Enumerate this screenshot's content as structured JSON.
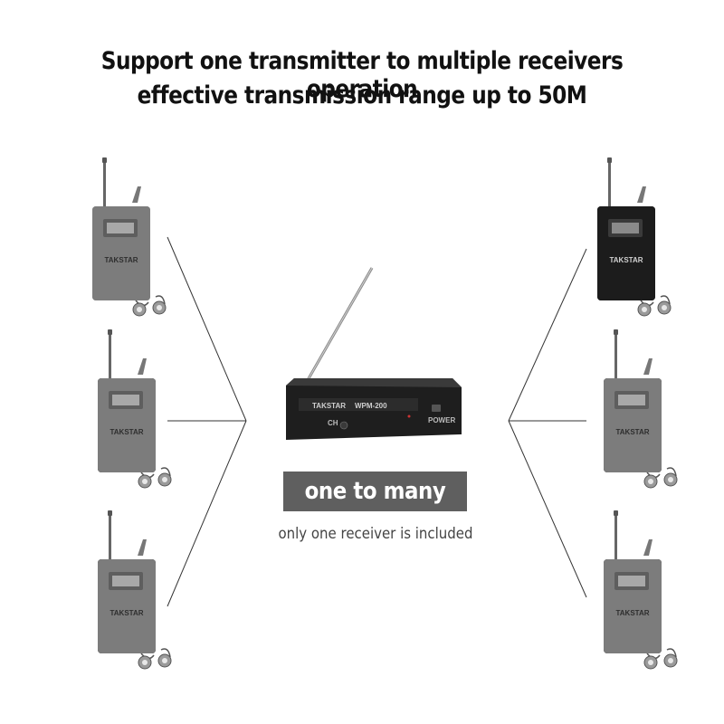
{
  "headline": {
    "line1": "Support one transmitter to multiple receivers operation",
    "line2": "effective transmission range up to 50M"
  },
  "banner": {
    "label": "one to many"
  },
  "note": {
    "text": "only one receiver is included"
  },
  "brand": {
    "receiver_logo": "TAKSTAR",
    "transmitter_logo": "TAKSTAR",
    "model": "WPM-200"
  },
  "transmitter": {
    "ch_label": "CH",
    "power_label": "POWER"
  },
  "colors": {
    "receiver_gray": "#7c7c7c",
    "receiver_black": "#1c1c1c",
    "banner": "#5f5f5f",
    "lines": "#333333"
  }
}
